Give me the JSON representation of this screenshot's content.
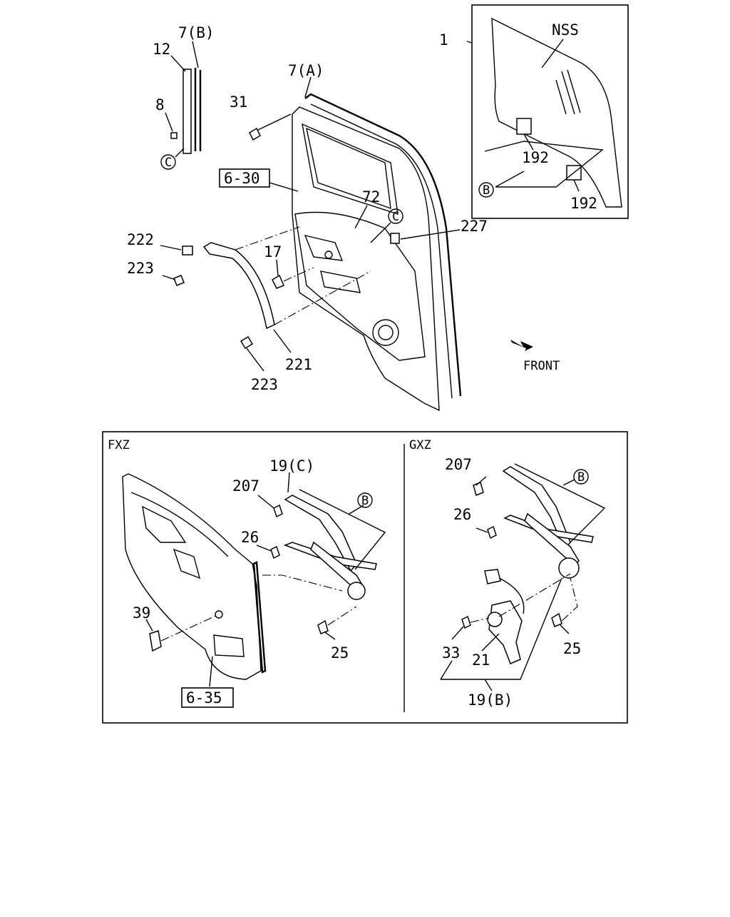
{
  "callouts": {
    "c1": "1",
    "nss": "NSS",
    "c192a": "192",
    "c192b": "192",
    "c7b": "7(B)",
    "c12": "12",
    "c8": "8",
    "c7a": "7(A)",
    "c31": "31",
    "c630": "6-30",
    "c72": "72",
    "c227": "227",
    "c222": "222",
    "c223a": "223",
    "c17": "17",
    "c221": "221",
    "c223b": "223",
    "front": "FRONT",
    "fxz": "FXZ",
    "gxz": "GXZ",
    "c19c": "19(C)",
    "c207a": "207",
    "c26a": "26",
    "c39": "39",
    "c25a": "25",
    "c635": "6-35",
    "c207b": "207",
    "c26b": "26",
    "c33": "33",
    "c21": "21",
    "c25b": "25",
    "c19b": "19(B)"
  },
  "markers": {
    "b_top": "B",
    "c_left": "C",
    "c_mid": "C",
    "b_fxz": "B",
    "b_gxz": "B"
  }
}
